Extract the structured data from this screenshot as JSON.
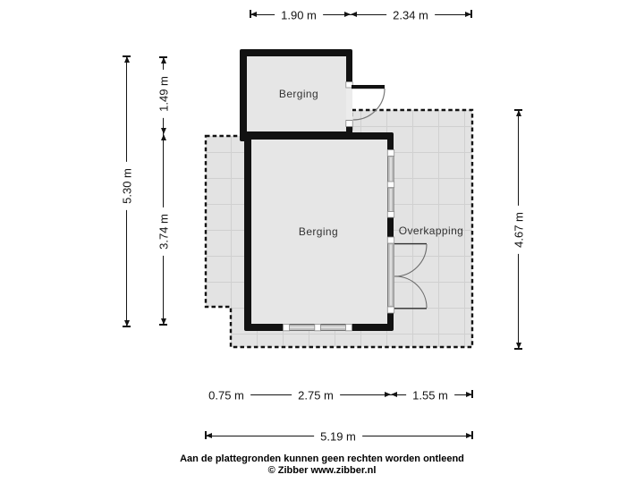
{
  "plan": {
    "rooms": [
      {
        "label": "Berging",
        "kind": "storage-annex"
      },
      {
        "label": "Berging",
        "kind": "storage-main"
      },
      {
        "label": "Overkapping",
        "kind": "covered-terrace"
      }
    ]
  },
  "dimensions": {
    "top": [
      "1.90 m",
      "2.34 m"
    ],
    "left_total": "5.30 m",
    "left_segments": [
      "1.49 m",
      "3.74 m"
    ],
    "right": "4.67 m",
    "bottom_segments": [
      "0.75 m",
      "2.75 m",
      "1.55 m"
    ],
    "bottom_total": "5.19 m"
  },
  "footer": {
    "disclaimer": "Aan de plattegronden kunnen geen rechten worden ontleend",
    "credit": "© Zibber www.zibber.nl"
  },
  "colors": {
    "wall": "#121212",
    "room_floor": "#e6e6e6",
    "terrace_floor": "#e3e3e3",
    "grid_line": "#d0d0d0",
    "window_frame": "#c2c2c2",
    "dimension": "#141414"
  }
}
